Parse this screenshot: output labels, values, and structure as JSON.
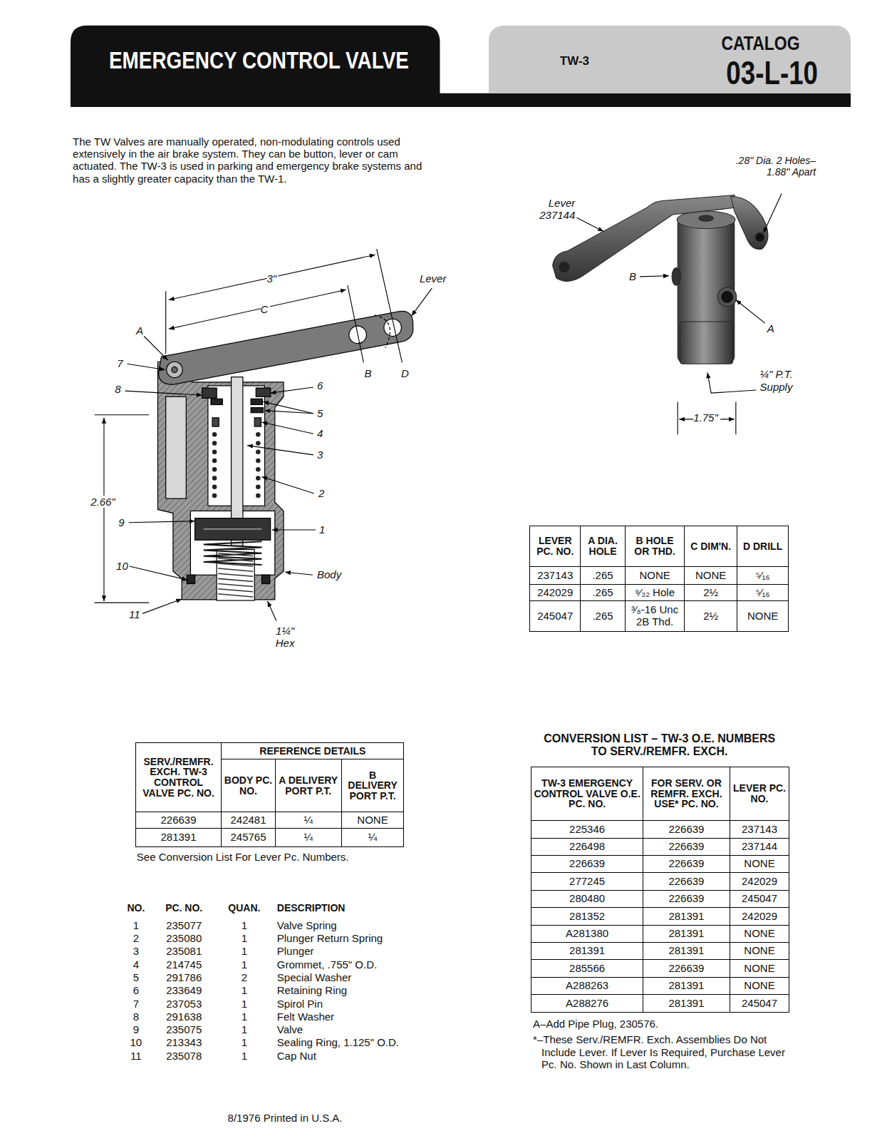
{
  "diagram": {
    "title": "EMERGENCY CONTROL VALVE",
    "nodes": [
      {
        "text": [
          "TW-3",
          "CATALOG",
          "03-L-10"
        ]
      }
    ],
    "labels": [
      "The TW Valves are manually operated, non-modulating controls used extensively in the air brake system. They can be button, lever or cam actuated. The TW-3 is used in parking and emergency brake systems and has a slightly greater capacity than the TW-1.",
      "3\"",
      "C",
      "Lever",
      "A",
      "7",
      "8",
      "6",
      "5",
      "4",
      "3",
      "2",
      "2.66\"",
      "9",
      "1",
      "10",
      "Body",
      "11",
      "1¼\" Hex",
      "B",
      "D",
      ".28\" Dia. 2 Holes–1.88\" Apart",
      "Lever 237144",
      "B",
      "A",
      "¼\" P.T. Supply",
      "1.75\"",
      "LEVER PC. NO.",
      "A DIA. HOLE",
      "B HOLE OR THD.",
      "C DIM'N.",
      "D DRILL",
      "237143",
      ".265",
      "NONE",
      "NONE",
      "⁵⁄₁₆",
      "242029",
      ".265",
      "⁹⁄₃₂ Hole",
      "2½",
      "⁵⁄₁₆",
      "245047",
      ".265",
      "³⁄₈-16 Unc 2B Thd.",
      "2½",
      "NONE",
      "SERV./REMFR. EXCH. TW-3 CONTROL VALVE PC. NO.",
      "REFERENCE DETAILS",
      "BODY PC. NO.",
      "A DELIVERY PORT P.T.",
      "B DELIVERY PORT P.T.",
      "226639",
      "242481",
      "¼",
      "NONE",
      "281391",
      "245765",
      "¼",
      "¼",
      "See Conversion List For Lever Pc. Numbers.",
      "NO.",
      "PC. NO.",
      "QUAN.",
      "DESCRIPTION",
      "1",
      "235077",
      "1",
      "Valve Spring",
      "2",
      "235080",
      "1",
      "Plunger Return Spring",
      "3",
      "235081",
      "1",
      "Plunger",
      "4",
      "214745",
      "1",
      "Grommet, .755\" O.D.",
      "5",
      "291786",
      "2",
      "Special Washer",
      "6",
      "233649",
      "1",
      "Retaining Ring",
      "7",
      "237053",
      "1",
      "Spirol Pin",
      "8",
      "291638",
      "1",
      "Felt Washer",
      "9",
      "235075",
      "1",
      "Valve",
      "10",
      "213343",
      "1",
      "Sealing Ring, 1.125\" O.D.",
      "11",
      "235078",
      "1",
      "Cap Nut",
      "CONVERSION LIST – TW-3 O.E. NUMBERS TO SERV./REMFR. EXCH.",
      "TW-3 EMERGENCY CONTROL VALVE O.E. PC. NO.",
      "FOR SERV. OR REMFR. EXCH. USE* PC. NO.",
      "LEVER PC. NO.",
      "225346",
      "226639",
      "237143",
      "226498",
      "226639",
      "237144",
      "226639",
      "226639",
      "NONE",
      "277245",
      "226639",
      "242029",
      "280480",
      "226639",
      "245047",
      "281352",
      "281391",
      "242029",
      "A281380",
      "281391",
      "NONE",
      "281391",
      "281391",
      "NONE",
      "285566",
      "226639",
      "NONE",
      "A288263",
      "281391",
      "NONE",
      "A288276",
      "281391",
      "245047",
      "A–Add Pipe Plug, 230576.",
      "*–These Serv./REMFR. Exch. Assemblies Do Not Include Lever. If Lever Is Required, Purchase Lever Pc. No. Shown in Last Column.",
      "8/1976 Printed in U.S.A."
    ]
  }
}
